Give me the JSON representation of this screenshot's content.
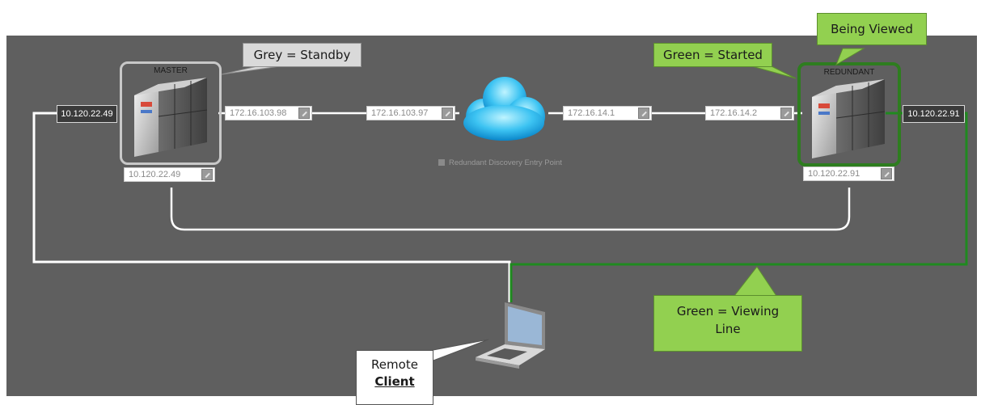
{
  "callouts": {
    "being_viewed": "Being Viewed",
    "grey_standby": "Grey = Standby",
    "green_started": "Green = Started",
    "green_viewing_line_1": "Green  = Viewing",
    "green_viewing_line_2": "Line",
    "remote": "Remote",
    "client": "Client"
  },
  "servers": {
    "master_label": "MASTER",
    "redundant_label": "REDUNDANT"
  },
  "addresses": {
    "master_outer": "10.120.22.49",
    "master_link": "172.16.103.98",
    "master_bottom": "10.120.22.49",
    "cloud_left": "172.16.103.97",
    "cloud_right": "172.16.14.1",
    "redundant_link": "172.16.14.2",
    "redundant_outer": "10.120.22.91",
    "redundant_bottom": "10.120.22.91"
  },
  "discovery": {
    "label": "Redundant Discovery Entry Point"
  },
  "colors": {
    "background": "#5f5f5f",
    "standby": "#c8c8c8",
    "started": "#2e7d1f",
    "viewing_line": "#1f8a1f",
    "callout_green": "#92d050"
  }
}
